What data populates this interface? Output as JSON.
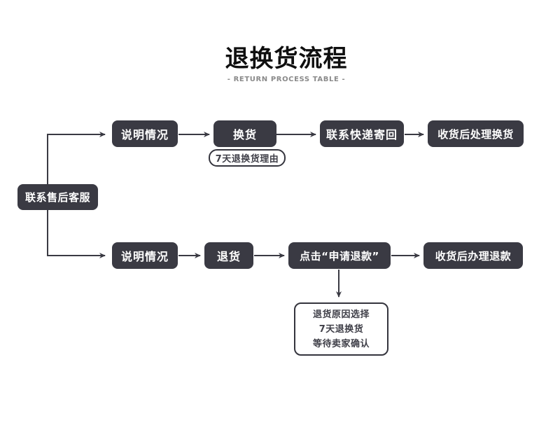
{
  "header": {
    "title": "退换货流程",
    "subtitle": "- RETURN PROCESS TABLE -"
  },
  "colors": {
    "background": "#ffffff",
    "node_bg": "#3a3a43",
    "node_text": "#ffffff",
    "connector": "#3a3a43",
    "note_border": "#34343d",
    "note_text": "#3f3f48",
    "title_text": "#0f0f0f",
    "subtitle_text": "#8a8a8a"
  },
  "nodes": {
    "contact": {
      "label": "联系售后客服"
    },
    "explain_exchange": {
      "label": "说明情况"
    },
    "exchange": {
      "label": "换货"
    },
    "exchange_note": {
      "label": "7天退换货理由"
    },
    "courier_return": {
      "label": "联系快递寄回"
    },
    "handle_exchange": {
      "label": "收货后处理换货"
    },
    "explain_refund": {
      "label": "说明情况"
    },
    "return_goods": {
      "label": "退货"
    },
    "click_refund": {
      "label": "点击“申请退款”"
    },
    "handle_refund": {
      "label": "收货后办理退款"
    },
    "refund_note": {
      "lines": [
        "退货原因选择",
        "7天退换货",
        "等待卖家确认"
      ]
    }
  },
  "edges": [
    {
      "from": "contact",
      "to": "explain_exchange"
    },
    {
      "from": "explain_exchange",
      "to": "exchange"
    },
    {
      "from": "exchange",
      "to": "courier_return"
    },
    {
      "from": "courier_return",
      "to": "handle_exchange"
    },
    {
      "from": "contact",
      "to": "explain_refund"
    },
    {
      "from": "explain_refund",
      "to": "return_goods"
    },
    {
      "from": "return_goods",
      "to": "click_refund"
    },
    {
      "from": "click_refund",
      "to": "handle_refund"
    },
    {
      "from": "click_refund",
      "to": "refund_note"
    },
    {
      "from": "exchange",
      "to": "exchange_note",
      "style": "attached-label"
    }
  ]
}
